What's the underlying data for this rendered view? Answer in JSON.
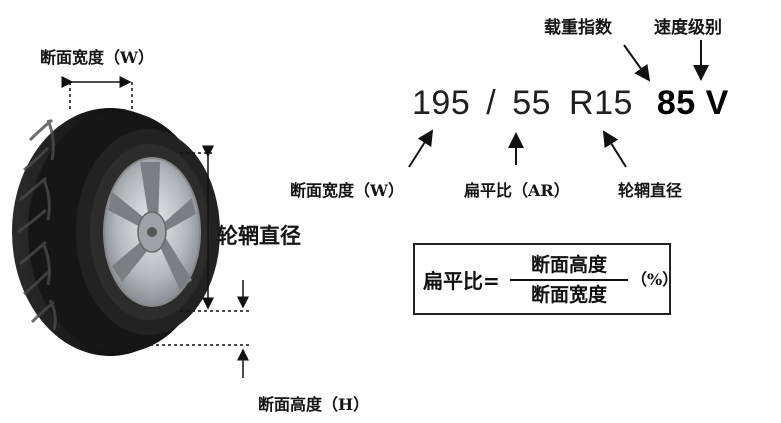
{
  "tire_labels": {
    "section_width_top": "断面宽度（W）",
    "rim_diameter_side": "轮辋直径",
    "section_height_bottom": "断面高度（H）"
  },
  "code": {
    "width": "195",
    "slash": "/",
    "aspect": "55",
    "rim": "R15",
    "load_speed": "85 V"
  },
  "top_labels": {
    "load_index": "载重指数",
    "speed_rating": "速度级别"
  },
  "bottom_labels": {
    "section_width": "断面宽度（W）",
    "aspect_ratio": "扁平比（AR）",
    "rim_diameter": "轮辋直径"
  },
  "formula": {
    "left": "扁平比=",
    "numerator": "断面高度",
    "denominator": "断面宽度",
    "unit": "（%）"
  },
  "colors": {
    "tire": "#1a1a1a",
    "rim": "#b8bcc0",
    "arrow": "#111111"
  }
}
